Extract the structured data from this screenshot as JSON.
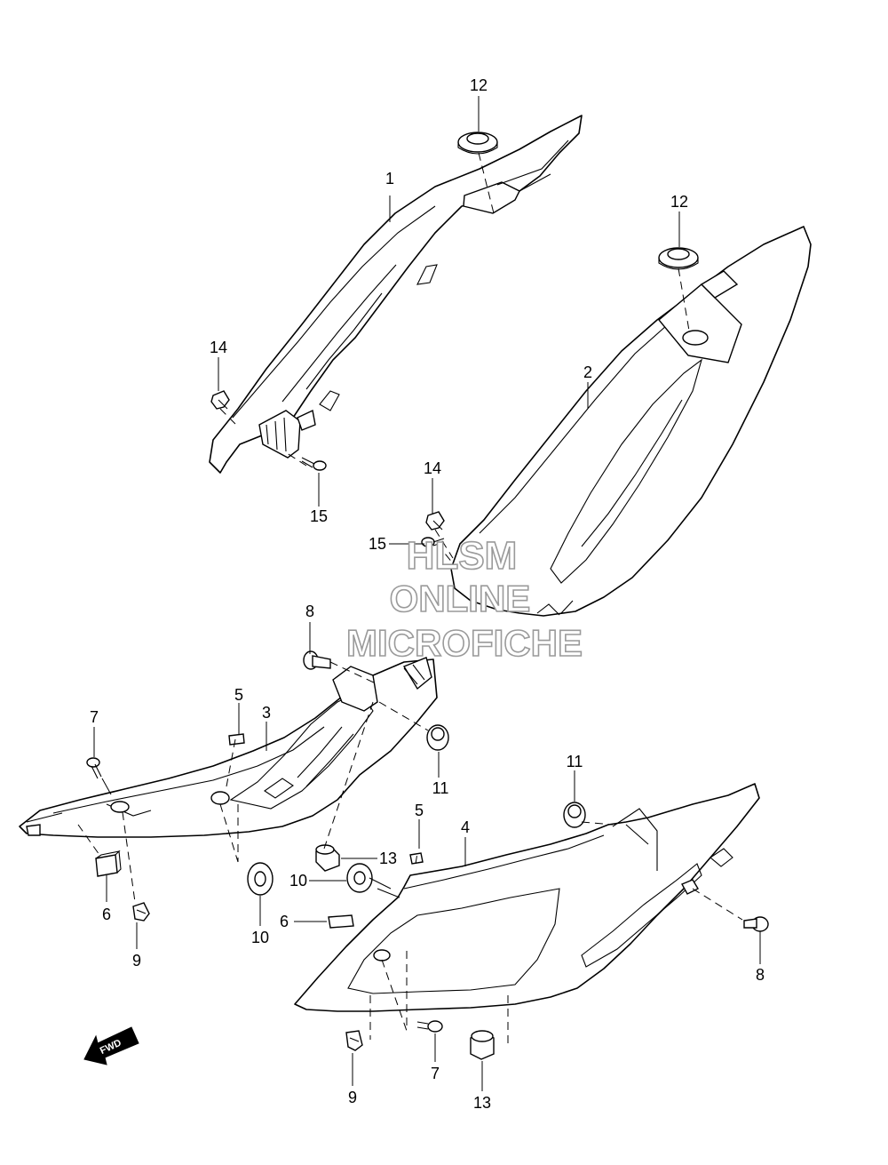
{
  "callouts": {
    "p1": "1",
    "p2": "2",
    "p3": "3",
    "p4": "4",
    "p5a": "5",
    "p5b": "5",
    "p6a": "6",
    "p6b": "6",
    "p7a": "7",
    "p7b": "7",
    "p8a": "8",
    "p8b": "8",
    "p9a": "9",
    "p9b": "9",
    "p10a": "10",
    "p10b": "10",
    "p11a": "11",
    "p11b": "11",
    "p12a": "12",
    "p12b": "12",
    "p13a": "13",
    "p13b": "13",
    "p14a": "14",
    "p14b": "14",
    "p15a": "15",
    "p15b": "15"
  },
  "watermark": {
    "line1": "HLSM",
    "line2": "ONLINE",
    "line3": "MICROFICHE"
  },
  "direction_badge": "FWD",
  "colors": {
    "line": "#000000",
    "background": "#ffffff",
    "watermark_outline": "#9a9a9a"
  }
}
